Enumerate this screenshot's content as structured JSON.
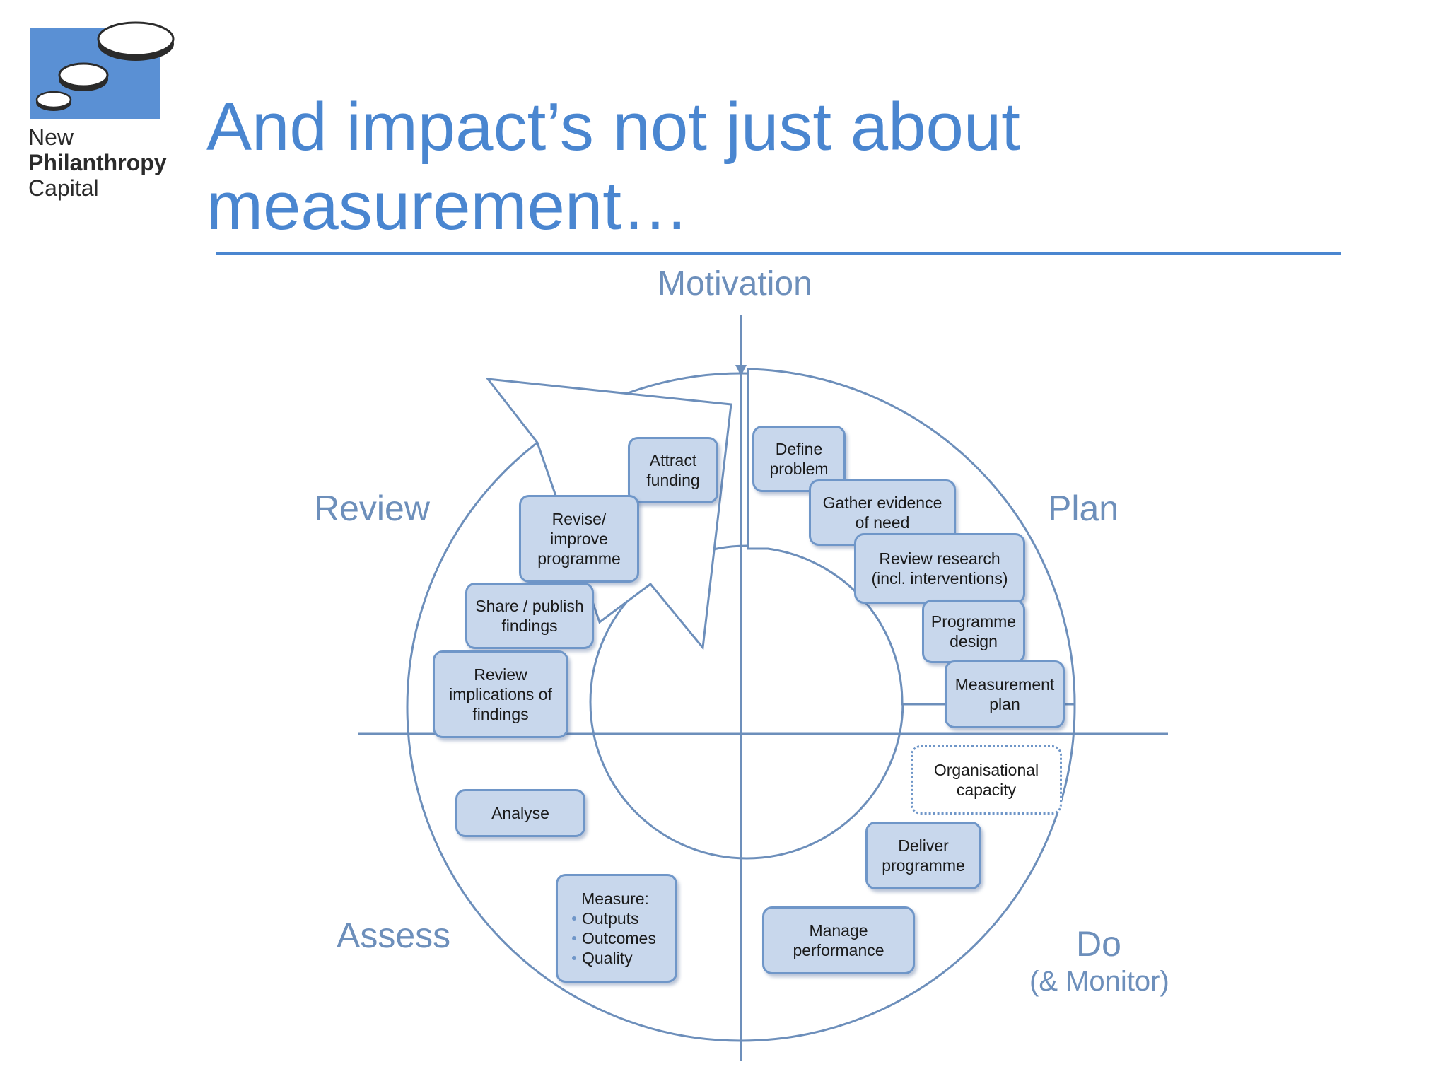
{
  "logo": {
    "line1": "New",
    "line2": "Philanthropy",
    "line3": "Capital",
    "bg_color": "#5a90d4"
  },
  "title": {
    "line1": "And impact’s not just about",
    "line2": "measurement…"
  },
  "colors": {
    "accent": "#4a86d0",
    "box_fill": "#c8d7ec",
    "box_border": "#6f96c8",
    "label": "#6d8fbb",
    "line": "#6d8fbb"
  },
  "diagram": {
    "motivation": "Motivation",
    "quadrants": {
      "review": "Review",
      "plan": "Plan",
      "assess": "Assess",
      "do": "Do",
      "do_sub": "(& Monitor)"
    },
    "boxes": {
      "attract_funding": [
        "Attract",
        "funding"
      ],
      "revise_programme": [
        "Revise/",
        "improve",
        "programme"
      ],
      "share_publish": [
        "Share / publish",
        "findings"
      ],
      "review_implications": [
        "Review",
        "implications of",
        "findings"
      ],
      "define_problem": [
        "Define",
        "problem"
      ],
      "gather_evidence": [
        "Gather evidence",
        "of need"
      ],
      "review_research": [
        "Review research",
        "(incl. interventions)"
      ],
      "programme_design": [
        "Programme",
        "design"
      ],
      "measurement_plan": [
        "Measurement",
        "plan"
      ],
      "organisational_capacity": [
        "Organisational",
        "capacity"
      ],
      "deliver_programme": [
        "Deliver",
        "programme"
      ],
      "manage_performance": [
        "Manage",
        "performance"
      ],
      "analyse": [
        "Analyse"
      ],
      "measure": {
        "heading": "Measure:",
        "items": [
          "Outputs",
          "Outcomes",
          "Quality"
        ]
      }
    }
  }
}
